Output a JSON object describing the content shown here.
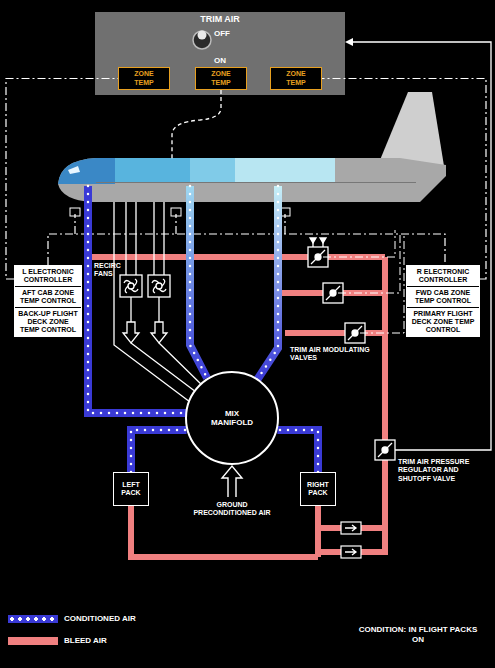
{
  "diagram": {
    "nodes": [
      {
        "text": [
          "TRIM AIR",
          "OFF",
          "ON"
        ]
      },
      {
        "text": [
          "ZONE TEMP"
        ],
        "in": 0
      },
      {
        "text": [
          "ZONE TEMP"
        ],
        "in": 0
      },
      {
        "text": [
          "ZONE TEMP"
        ],
        "in": 0
      },
      {
        "text": [
          "L ELECTRONIC CONTROLLER",
          "AFT CAB ZONE TEMP CONTROL",
          "BACK-UP FLIGHT DECK ZONE TEMP CONTROL"
        ]
      },
      {
        "text": [
          "R ELECTRONIC CONTROLLER",
          "FWD CAB ZONE TEMP CONTROL",
          "PRIMARY FLIGHT DECK ZONE TEMP CONTROL"
        ]
      },
      {
        "text": [
          "MIX MANIFOLD"
        ]
      },
      {
        "text": [
          "LEFT PACK"
        ]
      },
      {
        "text": [
          "RIGHT PACK"
        ]
      }
    ],
    "edges": [
      {
        "from": 4,
        "to": 1,
        "arrow": "none"
      },
      {
        "from": 5,
        "to": 3,
        "arrow": "none"
      },
      {
        "from": 7,
        "to": 6,
        "arrow": "none"
      },
      {
        "from": 8,
        "to": 6,
        "arrow": "none"
      }
    ],
    "labels": [
      "RECIRC FANS",
      "TRIM AIR MODULATING VALVES",
      "TRIM AIR PRESSURE REGULATOR AND SHUTOFF VALVE",
      "GROUND PRECONDITIONED AIR",
      "CONDITION: IN FLIGHT PACKS ON"
    ],
    "legend": [
      {
        "text": "CONDITIONED AIR",
        "color": "#3a3ad6"
      },
      {
        "text": "BLEED AIR",
        "color": "#f08080"
      }
    ]
  }
}
